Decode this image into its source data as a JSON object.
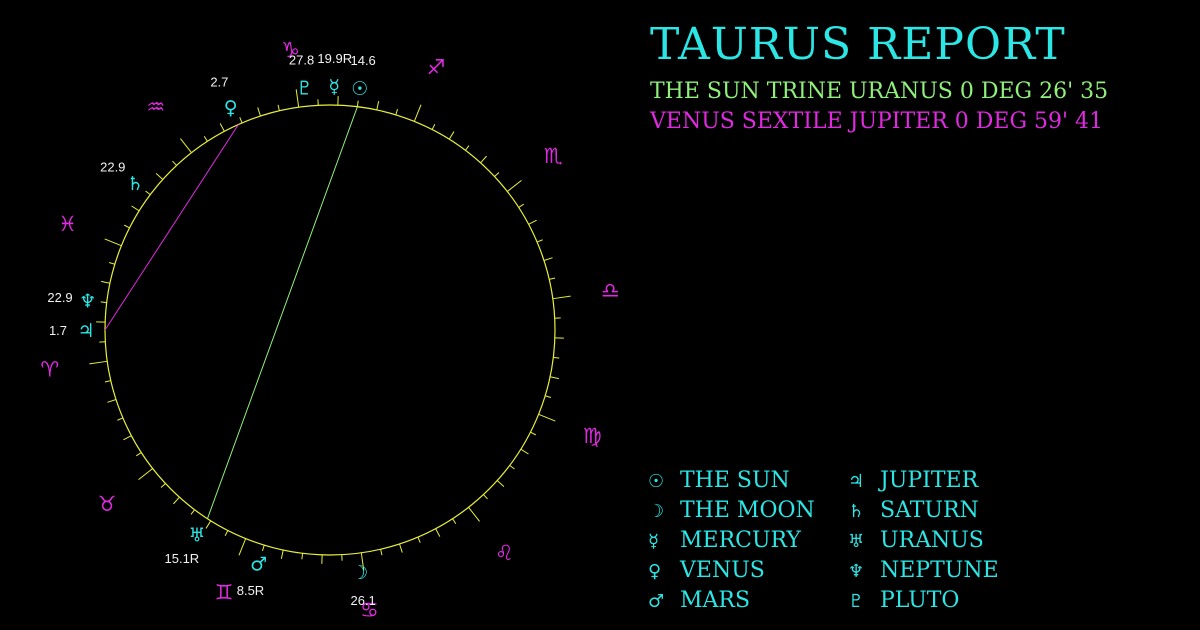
{
  "colors": {
    "background": "#000000",
    "ring": "#e8ef3a",
    "planet": "#2ce6e6",
    "sign": "#e02ae0",
    "label": "#f2f2f2",
    "title": "#2ce6e6",
    "aspect_trine": "#8ff07a",
    "aspect_sextile": "#e02ae0"
  },
  "report": {
    "title": "TAURUS REPORT",
    "aspects": [
      {
        "text": "THE SUN TRINE URANUS 0 DEG 26' 35",
        "type": "trine"
      },
      {
        "text": "VENUS SEXTILE JUPITER 0 DEG 59' 41",
        "type": "sextile"
      }
    ]
  },
  "chart": {
    "signs": [
      {
        "name": "capricorn",
        "glyph": "♑",
        "angle": 98
      },
      {
        "name": "sagittarius",
        "glyph": "♐",
        "angle": 68
      },
      {
        "name": "scorpio",
        "glyph": "♏",
        "angle": 38
      },
      {
        "name": "libra",
        "glyph": "♎",
        "angle": 8
      },
      {
        "name": "virgo",
        "glyph": "♍",
        "angle": -22
      },
      {
        "name": "leo",
        "glyph": "♌",
        "angle": -52
      },
      {
        "name": "cancer",
        "glyph": "♋",
        "angle": -82
      },
      {
        "name": "gemini",
        "glyph": "♊",
        "angle": -112
      },
      {
        "name": "taurus",
        "glyph": "♉",
        "angle": -142
      },
      {
        "name": "aries",
        "glyph": "♈",
        "angle": -172
      },
      {
        "name": "pisces",
        "glyph": "♓",
        "angle": 158
      },
      {
        "name": "aquarius",
        "glyph": "♒",
        "angle": 128
      }
    ],
    "planets": [
      {
        "name": "sun",
        "glyph": "☉",
        "angle": 83,
        "degree": "14.6",
        "retrograde": false
      },
      {
        "name": "mercury",
        "glyph": "☿",
        "angle": 89,
        "degree": "19.9R",
        "retrograde": true
      },
      {
        "name": "pluto",
        "glyph": "♇",
        "angle": 96,
        "degree": "27.8",
        "retrograde": false
      },
      {
        "name": "venus",
        "glyph": "♀",
        "angle": 114,
        "degree": "2.7",
        "retrograde": false
      },
      {
        "name": "saturn",
        "glyph": "♄",
        "angle": 143,
        "degree": "22.9",
        "retrograde": false
      },
      {
        "name": "neptune",
        "glyph": "♆",
        "angle": 173,
        "degree": "22.9",
        "retrograde": false
      },
      {
        "name": "jupiter",
        "glyph": "♃",
        "angle": 180,
        "degree": "1.7",
        "retrograde": false
      },
      {
        "name": "uranus",
        "glyph": "♅",
        "angle": -123,
        "degree": "15.1R",
        "retrograde": true
      },
      {
        "name": "mars",
        "glyph": "♂",
        "angle": -107,
        "degree": "8.5R",
        "retrograde": true
      },
      {
        "name": "moon",
        "glyph": "☽",
        "angle": -83,
        "degree": "26.1",
        "retrograde": false
      }
    ],
    "aspect_lines": [
      {
        "from": "sun",
        "to": "uranus",
        "type": "trine"
      },
      {
        "from": "venus",
        "to": "jupiter",
        "type": "sextile"
      }
    ]
  },
  "legend": [
    {
      "glyph": "☉",
      "label": "THE SUN"
    },
    {
      "glyph": "☽",
      "label": "THE MOON"
    },
    {
      "glyph": "☿",
      "label": "MERCURY"
    },
    {
      "glyph": "♀",
      "label": "VENUS"
    },
    {
      "glyph": "♂",
      "label": "MARS"
    },
    {
      "glyph": "♃",
      "label": "JUPITER"
    },
    {
      "glyph": "♄",
      "label": "SATURN"
    },
    {
      "glyph": "♅",
      "label": "URANUS"
    },
    {
      "glyph": "♆",
      "label": "NEPTUNE"
    },
    {
      "glyph": "♇",
      "label": "PLUTO"
    }
  ]
}
